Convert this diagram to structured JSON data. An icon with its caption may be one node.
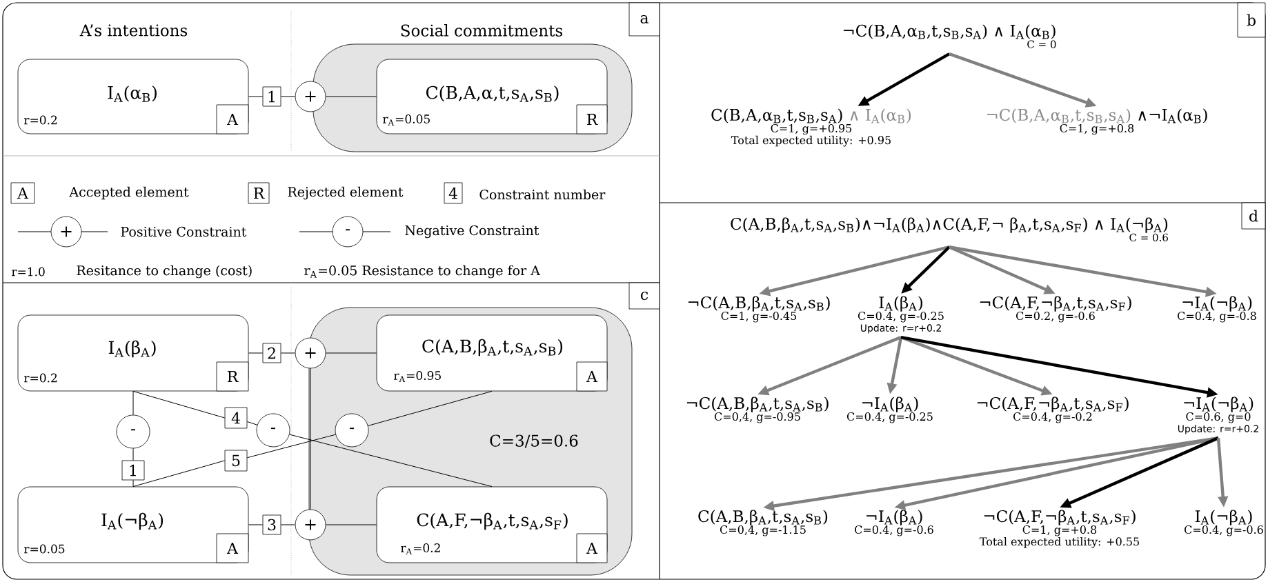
{
  "diagram": {
    "nodes": [
      {
        "text": [
          "a"
        ]
      },
      {
        "text": [
          "I$_{A}$(α$_{B}$)",
          "r=0.2"
        ]
      },
      {
        "text": [
          "A"
        ],
        "in": 1
      },
      {
        "text": [],
        "shape": "box"
      },
      {
        "text": [
          "C(B,A,α,t,s$_{A}$,s$_{B}$)",
          "r$_{A}$=0.05"
        ],
        "in": 3
      },
      {
        "text": [
          "R"
        ],
        "in": 4
      },
      {
        "text": [
          "1"
        ]
      },
      {
        "text": [
          "+"
        ]
      },
      {
        "text": [
          "b"
        ]
      },
      {
        "text": [
          "¬C(B,A,α$_{B}$,t,s$_{B}$,s$_{A}$) ∧ I$_{A}$(α$_{B}$)",
          "C = 0"
        ]
      },
      {
        "text": [
          "C(B,A,α$_{B}$,t,s$_{B}$,s$_{A}$)",
          "∧ I$_{A}$(α$_{B}$)",
          "C=1, g=+0.95",
          "Total expected utility: +0.95"
        ]
      },
      {
        "text": [
          "¬C(B,A,α$_{B}$,t,s$_{B}$,s$_{A}$)",
          "∧¬I$_{A}$(α$_{B}$)",
          "C=1, g=+0.8"
        ]
      },
      {
        "text": [
          "c"
        ]
      },
      {
        "text": [
          "I$_{A}$(β$_{A}$)",
          "r=0.2"
        ]
      },
      {
        "text": [
          "R"
        ],
        "in": 13
      },
      {
        "text": [
          "2"
        ]
      },
      {
        "text": [
          "+"
        ]
      },
      {
        "text": [
          "C=3/5=0.6"
        ]
      },
      {
        "text": [
          "C(A,B,β$_{A}$,t,s$_{A}$,s$_{B}$)",
          "r$_{A}$=0.95"
        ],
        "in": 17
      },
      {
        "text": [
          "A"
        ],
        "in": 18
      },
      {
        "text": [
          "-"
        ]
      },
      {
        "text": [
          "4"
        ]
      },
      {
        "text": [
          "-"
        ]
      },
      {
        "text": [
          "-"
        ],
        "in": 17
      },
      {
        "text": [
          "1"
        ]
      },
      {
        "text": [
          "5"
        ]
      },
      {
        "text": [
          "I$_{A}$(¬β$_{A}$)",
          "r=0.05"
        ]
      },
      {
        "text": [
          "A"
        ],
        "in": 26
      },
      {
        "text": [
          "3"
        ]
      },
      {
        "text": [
          "+"
        ]
      },
      {
        "text": [
          "C(A,F,¬β$_{A}$,t,s$_{A}$,s$_{F}$)",
          "r$_{A}$=0.2"
        ],
        "in": 17
      },
      {
        "text": [
          "A"
        ],
        "in": 30
      },
      {
        "text": [
          "d"
        ]
      },
      {
        "text": [
          "C(A,B,β$_{A}$,t,s$_{A}$,s$_{B}$)∧¬I$_{A}$(β$_{A}$)∧C(A,F,¬ β$_{A}$,t,s$_{A}$,s$_{F}$) ∧ I$_{A}$(¬β$_{A}$)",
          "C = 0.6"
        ]
      },
      {
        "text": [
          "¬C(A,B,β$_{A}$,t,s$_{A}$,s$_{B}$)",
          "C=1, g=-0.45"
        ]
      },
      {
        "text": [
          "I$_{A}$(β$_{A}$)",
          "C=0.4, g=-0.25",
          "Update: r=r+0.2"
        ]
      },
      {
        "text": [
          "¬C(A,F,¬β$_{A}$,t,s$_{A}$,s$_{F}$)",
          "C=0.2, g=-0.6"
        ]
      },
      {
        "text": [
          "¬I$_{A}$(¬β$_{A}$)",
          "C=0.4, g=-0.8"
        ]
      },
      {
        "text": [
          "¬C(A,B,β$_{A}$,t,s$_{A}$,s$_{B}$)",
          "C=0,4, g=-0.95"
        ]
      },
      {
        "text": [
          "¬I$_{A}$(β$_{A}$)",
          "C=0.4, g=-0.25"
        ]
      },
      {
        "text": [
          "¬C(A,F,¬β$_{A}$,t,s$_{A}$,s$_{F}$)",
          "C=0.4, g=-0.2"
        ]
      },
      {
        "text": [
          "¬I$_{A}$(¬β$_{A}$)",
          "C=0.6, g=0",
          "Update: r=r+0.2"
        ]
      },
      {
        "text": [
          "C(A,B,β$_{A}$,t,s$_{A}$,s$_{B}$)",
          "C=0,4, g=-1.15"
        ]
      },
      {
        "text": [
          "¬I$_{A}$(β$_{A}$)",
          "C=0.4, g=-0.6"
        ]
      },
      {
        "text": [
          "¬C(A,F,¬β$_{A}$,t,s$_{A}$,s$_{F}$)",
          "C=1, g=+0.8",
          "Total expected utility: +0.55"
        ]
      },
      {
        "text": [
          "I$_{A}$(¬β$_{A}$)",
          "C=0.4, g=-0.6"
        ]
      }
    ],
    "edges": [
      {
        "from": 1,
        "to": 6,
        "arrow": "none"
      },
      {
        "from": 6,
        "to": 7,
        "arrow": "none"
      },
      {
        "from": 7,
        "to": 4,
        "arrow": "none"
      },
      {
        "from": 9,
        "to": 10,
        "arrow": "to",
        "style": "thick"
      },
      {
        "from": 9,
        "to": 11,
        "arrow": "to",
        "style": "thick",
        "color": "#808080"
      },
      {
        "from": 13,
        "to": 15,
        "arrow": "none"
      },
      {
        "from": 15,
        "to": 16,
        "arrow": "none"
      },
      {
        "from": 16,
        "to": 18,
        "arrow": "none"
      },
      {
        "from": 26,
        "to": 28,
        "arrow": "none"
      },
      {
        "from": 28,
        "to": 29,
        "arrow": "none"
      },
      {
        "from": 29,
        "to": 30,
        "arrow": "none"
      },
      {
        "from": 16,
        "to": 29,
        "arrow": "none"
      },
      {
        "from": 13,
        "to": 20,
        "arrow": "none"
      },
      {
        "from": 20,
        "to": 24,
        "arrow": "none"
      },
      {
        "from": 24,
        "to": 26,
        "arrow": "none"
      },
      {
        "from": 13,
        "to": 21,
        "arrow": "none"
      },
      {
        "from": 21,
        "to": 22,
        "arrow": "none"
      },
      {
        "from": 22,
        "to": 30,
        "arrow": "none"
      },
      {
        "from": 26,
        "to": 25,
        "arrow": "none"
      },
      {
        "from": 25,
        "to": 23,
        "arrow": "none"
      },
      {
        "from": 23,
        "to": 18,
        "arrow": "none"
      },
      {
        "from": 33,
        "to": 34,
        "arrow": "to",
        "style": "thick",
        "color": "#808080"
      },
      {
        "from": 33,
        "to": 35,
        "arrow": "to",
        "style": "thick"
      },
      {
        "from": 33,
        "to": 36,
        "arrow": "to",
        "style": "thick",
        "color": "#808080"
      },
      {
        "from": 33,
        "to": 37,
        "arrow": "to",
        "style": "thick",
        "color": "#808080"
      },
      {
        "from": 35,
        "to": 38,
        "arrow": "to",
        "style": "thick",
        "color": "#808080"
      },
      {
        "from": 35,
        "to": 39,
        "arrow": "to",
        "style": "thick",
        "color": "#808080"
      },
      {
        "from": 35,
        "to": 40,
        "arrow": "to",
        "style": "thick",
        "color": "#808080"
      },
      {
        "from": 35,
        "to": 41,
        "arrow": "to",
        "style": "thick"
      },
      {
        "from": 41,
        "to": 42,
        "arrow": "to",
        "style": "thick",
        "color": "#808080"
      },
      {
        "from": 41,
        "to": 43,
        "arrow": "to",
        "style": "thick",
        "color": "#808080"
      },
      {
        "from": 41,
        "to": 44,
        "arrow": "to",
        "style": "thick"
      },
      {
        "from": 41,
        "to": 45,
        "arrow": "to",
        "style": "thick",
        "color": "#808080"
      }
    ],
    "labels": [
      "A’s intentions",
      "Social commitments",
      "A",
      "R",
      "4",
      "+",
      "-",
      "r=1.0",
      "r$_{A}$=0.05 Resistance to change for A"
    ],
    "legend": [
      {
        "text": "Accepted element"
      },
      {
        "text": "Rejected element"
      },
      {
        "text": "Constraint number"
      },
      {
        "text": "Positive Constraint"
      },
      {
        "text": "Negative Constraint"
      },
      {
        "text": "Resitance to change (cost)"
      }
    ]
  }
}
